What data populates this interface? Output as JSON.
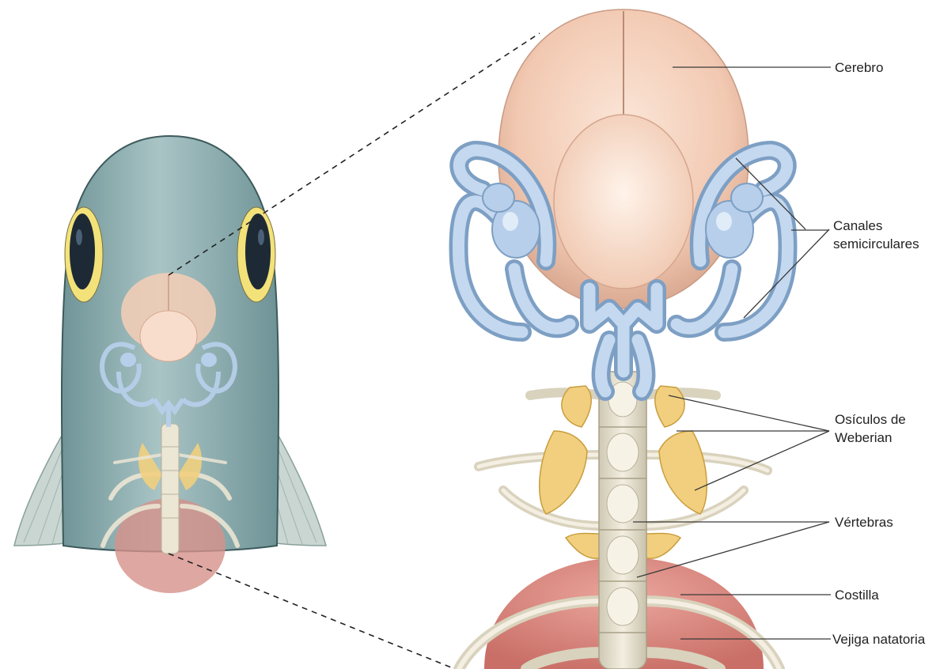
{
  "labels": {
    "cerebro": "Cerebro",
    "canales_line1": "Canales",
    "canales_line2": "semicirculares",
    "osiculos_line1": "Osículos de",
    "osiculos_line2": "Weberian",
    "vertebras": "Vértebras",
    "costilla": "Costilla",
    "vejiga": "Vejiga natatoria"
  },
  "colors": {
    "fish_body": "#8fb1b3",
    "eye_ring": "#f3e27a",
    "brain": "#f2cdb6",
    "canals": "#b7cfea",
    "ossicles": "#f1cf7e",
    "bone": "#ece6d4",
    "swim_bladder": "#dc8c84"
  }
}
